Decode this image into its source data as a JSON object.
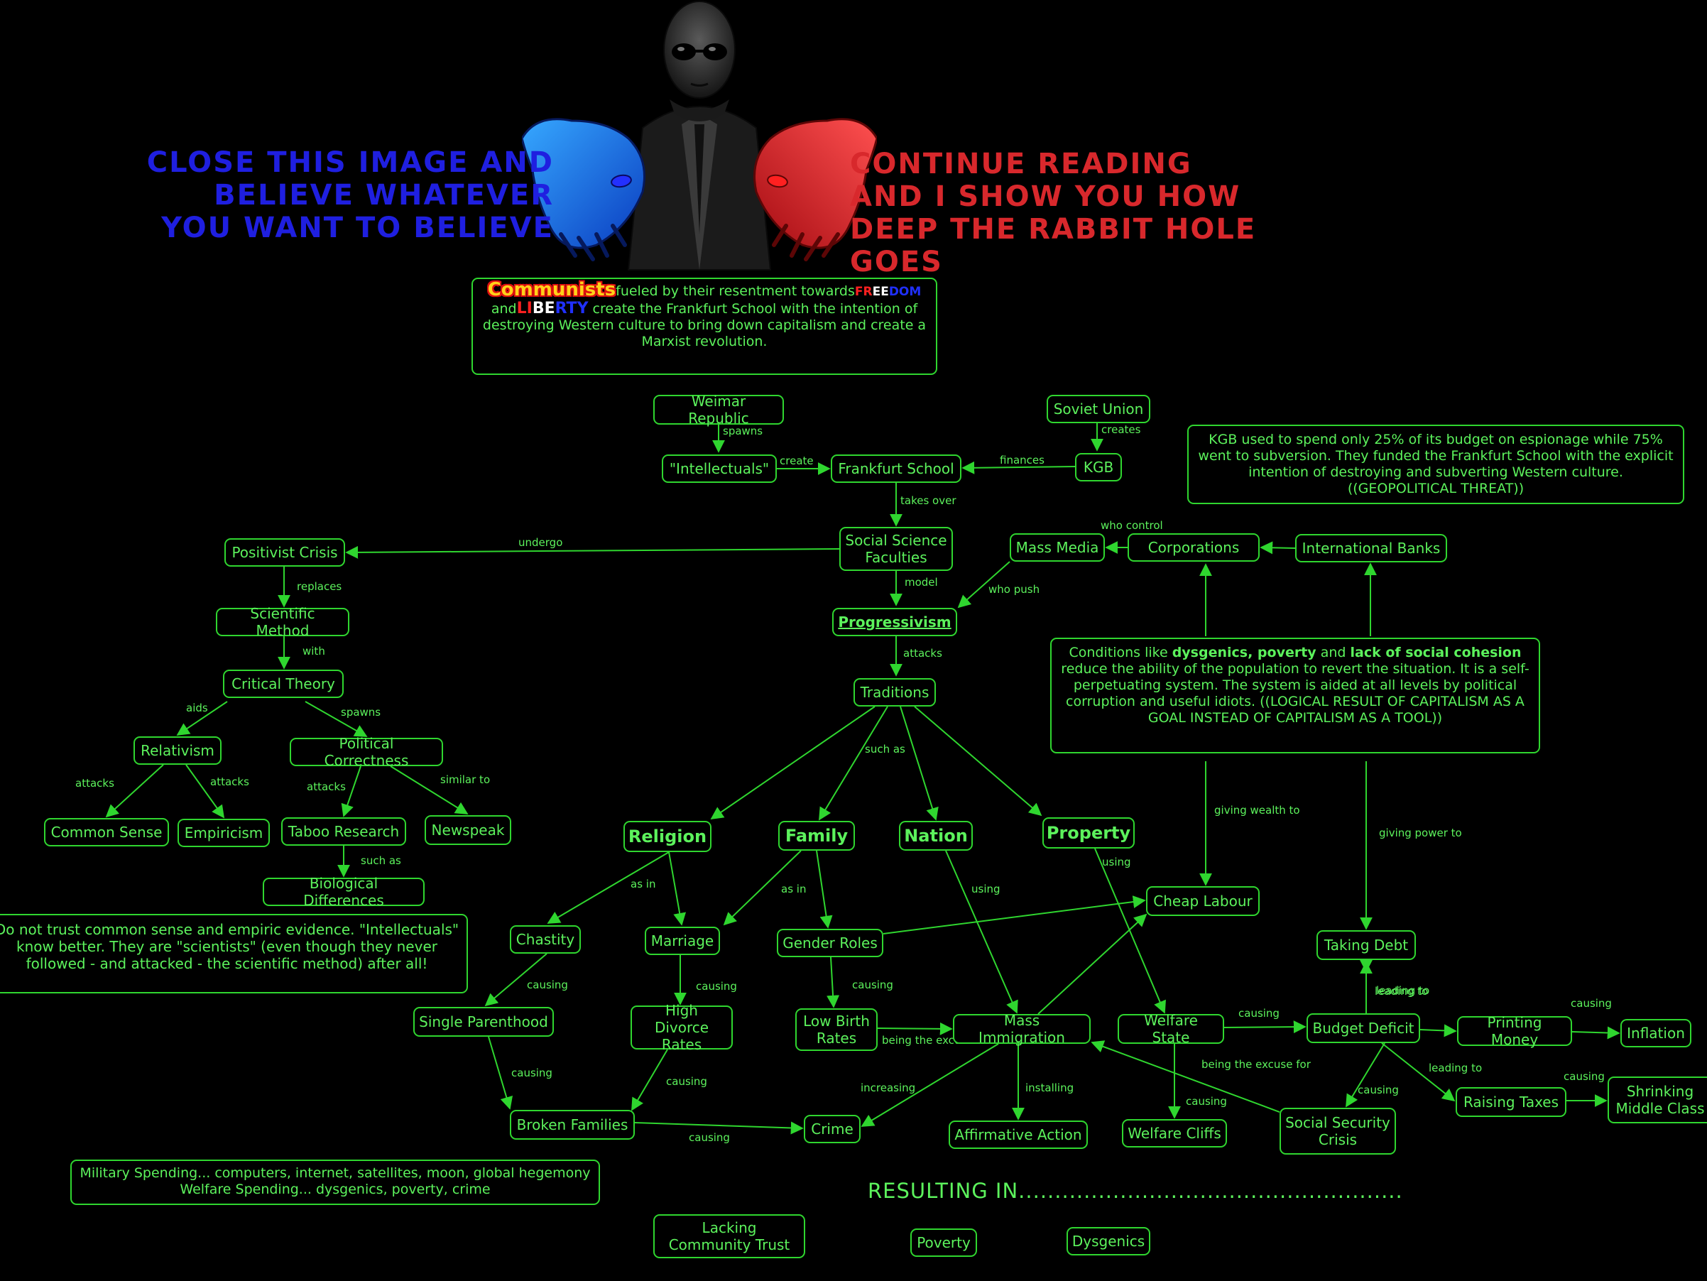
{
  "headline_left": "CLOSE THIS IMAGE AND BELIEVE WHATEVER YOU WANT TO BELIEVE",
  "headline_right": "CONTINUE READING AND I SHOW YOU HOW DEEP THE RABBIT HOLE GOES",
  "intro": {
    "communists": "Communists",
    "t1": "fueled by their resentment towards",
    "freedom": "FREEDOM",
    "and": "and",
    "liberty": "LIBERTY",
    "t2": "create the Frankfurt School with the intention of destroying Western culture to bring down capitalism and create a Marxist revolution."
  },
  "nodes": {
    "weimar": "Weimar Republic",
    "soviet": "Soviet Union",
    "intellectuals": "\"Intellectuals\"",
    "frankfurt": "Frankfurt School",
    "kgb": "KGB",
    "social_science": "Social Science Faculties",
    "positivist": "Positivist Crisis",
    "mass_media": "Mass Media",
    "corporations": "Corporations",
    "intl_banks": "International Banks",
    "scientific_method": "Scientific Method",
    "progressivism": "Progressivism",
    "critical_theory": "Critical Theory",
    "traditions": "Traditions",
    "relativism": "Relativism",
    "political_correctness": "Political Correctness",
    "common_sense": "Common Sense",
    "empiricism": "Empiricism",
    "taboo_research": "Taboo Research",
    "newspeak": "Newspeak",
    "biological_differences": "Biological Differences",
    "religion": "Religion",
    "family": "Family",
    "nation": "Nation",
    "property": "Property",
    "cheap_labour": "Cheap Labour",
    "chastity": "Chastity",
    "marriage": "Marriage",
    "gender_roles": "Gender Roles",
    "taking_debt": "Taking Debt",
    "single_parenthood": "Single Parenthood",
    "high_divorce": "High Divorce Rates",
    "low_birth": "Low Birth Rates",
    "mass_immigration": "Mass Immigration",
    "welfare_state": "Welfare State",
    "budget_deficit": "Budget Deficit",
    "printing_money": "Printing Money",
    "inflation": "Inflation",
    "broken_families": "Broken Families",
    "crime": "Crime",
    "affirmative_action": "Affirmative Action",
    "welfare_cliffs": "Welfare Cliffs",
    "social_security": "Social Security Crisis",
    "raising_taxes": "Raising Taxes",
    "shrinking_middle": "Shrinking Middle Class",
    "lacking_trust": "Lacking Community Trust",
    "poverty": "Poverty",
    "dysgenics": "Dysgenics"
  },
  "notes": {
    "kgb": "KGB used to spend only 25% of its budget on espionage while 75% went to subversion. They funded the Frankfurt School with the explicit intention of destroying and subverting Western culture. ((GEOPOLITICAL THREAT))",
    "conditions_1": "Conditions like ",
    "conditions_b1": "dysgenics, poverty",
    "conditions_2": " and ",
    "conditions_b2": "lack of social cohesion",
    "conditions_3": " reduce the ability of the population to revert the situation. It is a self-perpetuating system. The system is aided at all levels by political corruption and useful idiots. ((LOGICAL RESULT OF CAPITALISM AS A GOAL INSTEAD OF CAPITALISM AS A TOOL))",
    "trust": "Do not trust common sense and empiric evidence. \"Intellectuals\" know better. They are \"scientists\" (even though they never followed - and attacked - the scientific method) after all!",
    "military": "Military Spending... computers, internet, satellites, moon, global hegemony Welfare Spending... dysgenics, poverty, crime"
  },
  "result_text": "RESULTING IN.....................................................",
  "edge_labels": {
    "spawns": "spawns",
    "creates": "creates",
    "create": "create",
    "finances": "finances",
    "takes_over": "takes over",
    "undergo": "undergo",
    "who_control": "who control",
    "model": "model",
    "who_push": "who push",
    "replaces": "replaces",
    "with": "with",
    "attacks": "attacks",
    "aids": "aids",
    "similar_to": "similar to",
    "such_as": "such as",
    "as_in": "as in",
    "using": "using",
    "giving_wealth_to": "giving wealth to",
    "giving_power_to": "giving power to",
    "causing": "causing",
    "leading_to": "leading to",
    "being_the_excuse_for": "being the excuse for",
    "increasing": "increasing",
    "installing": "installing"
  },
  "colors": {
    "green": "#2fd62f",
    "text_green": "#5cf25c",
    "blue": "#1f1fe0",
    "red": "#d8282c"
  }
}
